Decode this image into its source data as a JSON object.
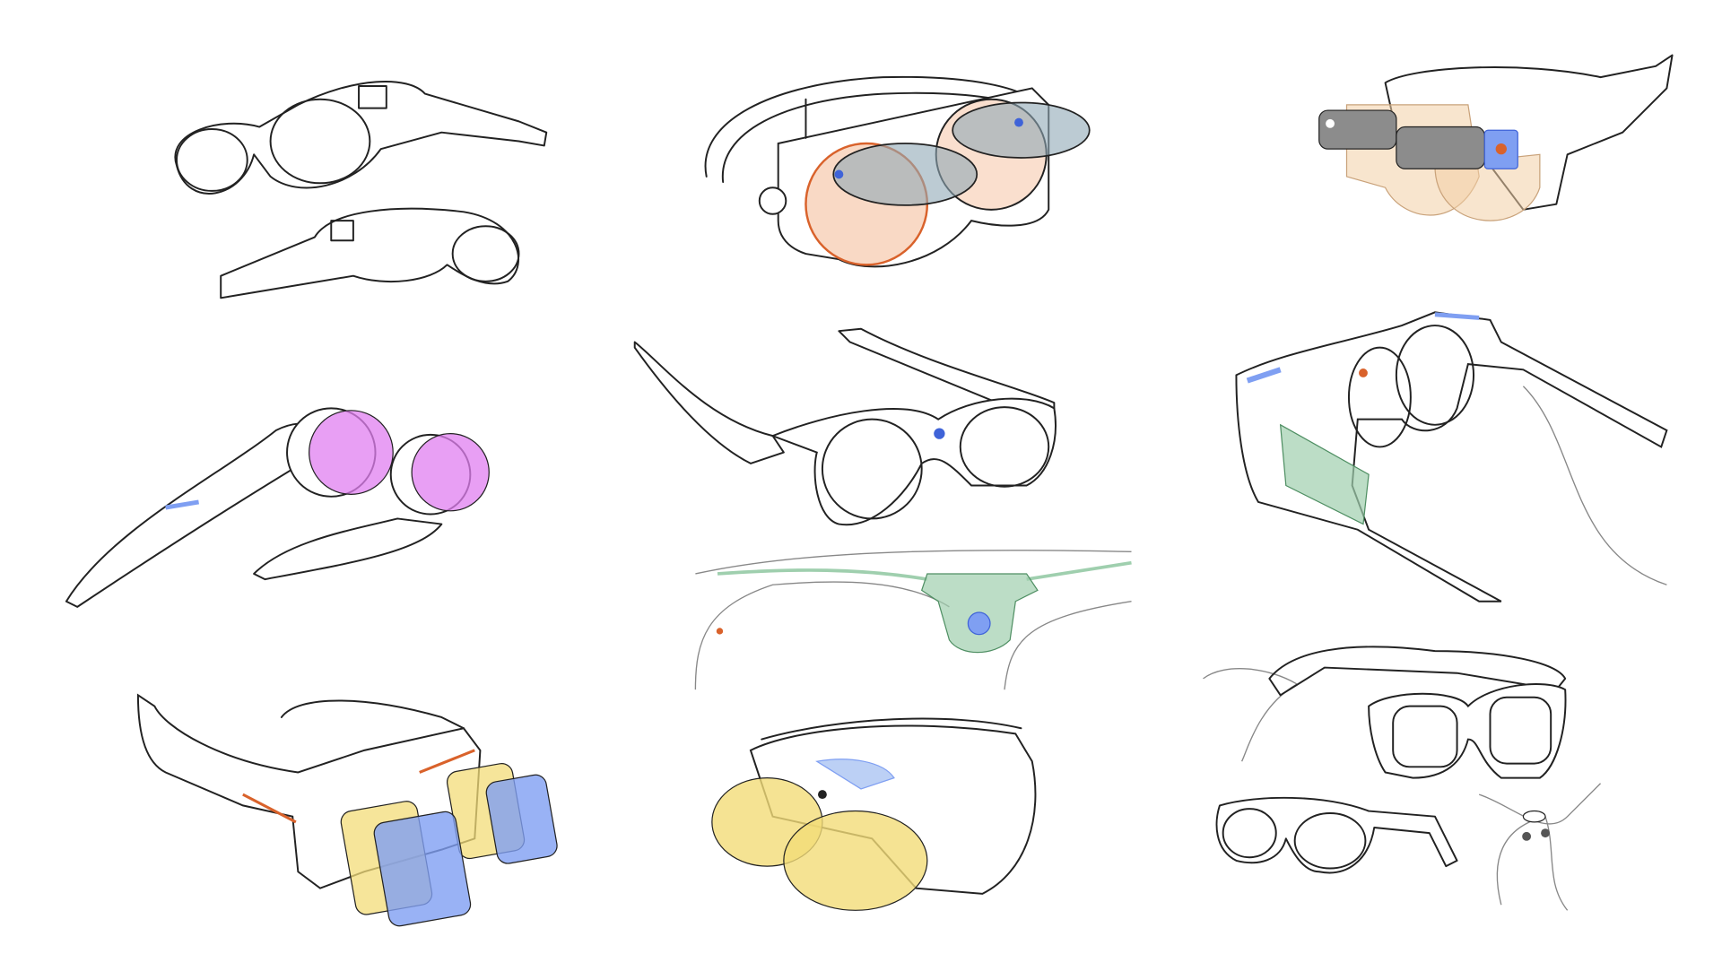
{
  "colors": {
    "background": "#ffffff",
    "outline": "#222222",
    "lens_peach": "#f6c9ad",
    "lens_slate": "#8fa9b5",
    "lens_magenta": "#e07ff0",
    "lens_yellow": "#f3dc78",
    "lens_blue": "#7f9ff2",
    "circuit_green": "#9fcfae",
    "accent_orange": "#d9622b",
    "accent_blue": "#3f63d8"
  },
  "sketches": [
    {
      "id": "slim-smart-glasses",
      "icons": [
        "glasses"
      ]
    },
    {
      "id": "flip-lens-headset",
      "icons": [
        "headset"
      ]
    },
    {
      "id": "camera-module-glasses",
      "icons": [
        "camera"
      ]
    },
    {
      "id": "magenta-lens-goggles",
      "icons": [
        "goggles"
      ]
    },
    {
      "id": "browline-glasses-with-bridge-detail",
      "icons": [
        "glasses",
        "circuit"
      ]
    },
    {
      "id": "side-panel-glasses",
      "icons": [
        "glasses"
      ]
    },
    {
      "id": "layered-lens-visor",
      "icons": [
        "visor"
      ]
    },
    {
      "id": "yellow-lens-headband",
      "icons": [
        "headset"
      ]
    },
    {
      "id": "thick-frame-glasses",
      "icons": [
        "glasses"
      ]
    }
  ]
}
